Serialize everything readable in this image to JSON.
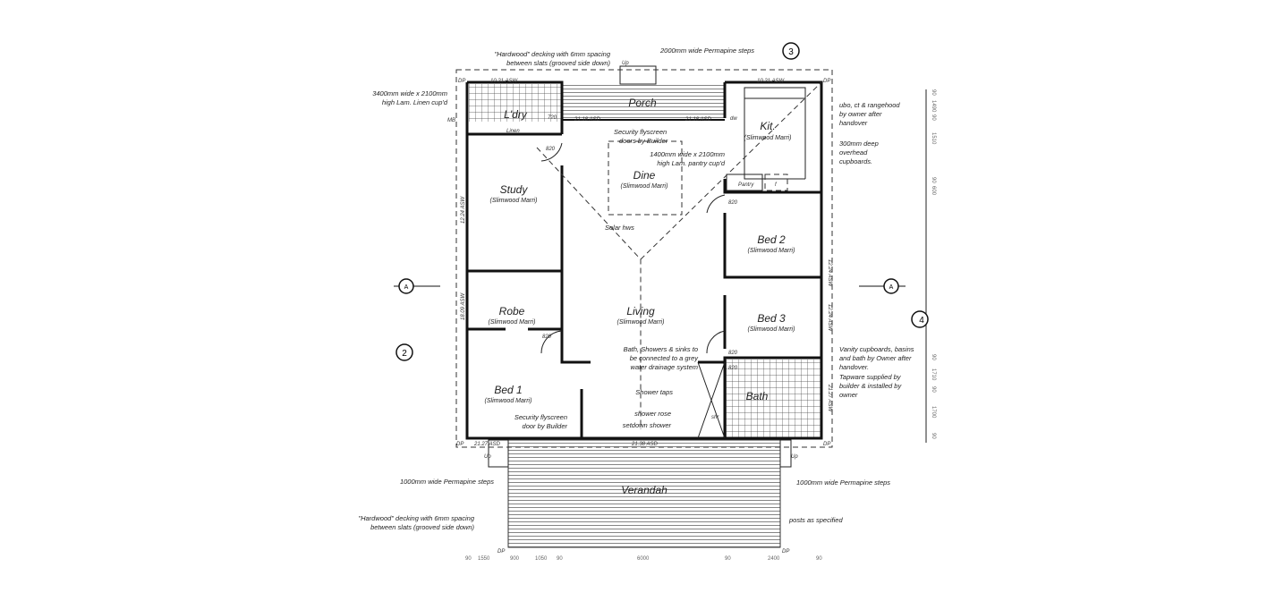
{
  "rooms": {
    "porch": "Porch",
    "laundry": "L'dry",
    "kitchen": {
      "name": "Kit.",
      "floor": "(Slimwood Marri)"
    },
    "dine": {
      "name": "Dine",
      "floor": "(Slimwood Marri)"
    },
    "study": {
      "name": "Study",
      "floor": "(Slimwood Marri)"
    },
    "robe": {
      "name": "Robe",
      "floor": "(Slimwood Marri)"
    },
    "living": {
      "name": "Living",
      "floor": "(Slimwood Marri)"
    },
    "bed1": {
      "name": "Bed 1",
      "floor": "(Slimwood Marri)"
    },
    "bed2": {
      "name": "Bed 2",
      "floor": "(Slimwood Marri)"
    },
    "bed3": {
      "name": "Bed 3",
      "floor": "(Slimwood Marri)"
    },
    "bath": "Bath",
    "verandah": "Verandah"
  },
  "notes": {
    "porch_decking": [
      "\"Hardwood\" decking with 6mm spacing",
      "between slats (grooved side down)"
    ],
    "porch_steps": "2000mm wide Permapine steps",
    "linen": [
      "3400mm wide x 2100mm",
      "high Lam. Linen cup'd"
    ],
    "flyscreen_doors": [
      "Security flyscreen",
      "doors by Builder"
    ],
    "pantry": [
      "1400mm wide x 2100mm",
      "high Lam. pantry cup'd"
    ],
    "kitchen_appliances": [
      "ubo, ct & rangehood",
      "by owner after",
      "handover"
    ],
    "cupboards": [
      "300mm deep",
      "overhead",
      "cupboards."
    ],
    "solar": "Solar hws",
    "grey_water": [
      "Bath, Showers & sinks to",
      "be connected to a grey",
      "water drainage system"
    ],
    "shower_taps": "Shower taps",
    "shower_rose": "shower rose",
    "setdown_shower": "setdown shower",
    "flyscreen_door": [
      "Security flyscreen",
      "door by Builder"
    ],
    "vanity": [
      "Vanity cupboards, basins",
      "and bath by Owner after",
      "handover.",
      "Tapware supplied by",
      "builder & installed by",
      "owner"
    ],
    "verandah_steps_left": "1000mm wide Permapine steps",
    "verandah_steps_right": "1000mm wide Permapine steps",
    "verandah_decking": [
      "\"Hardwood\" decking with 6mm spacing",
      "between slats (grooved side down)"
    ],
    "posts": "posts as specified"
  },
  "labels": {
    "up": "Up",
    "dp": "DP",
    "mb": "MB",
    "linen": "Linen",
    "dw": "dw",
    "pantry": "Pantry",
    "fridge": "f",
    "door": "820",
    "door_720": "720",
    "shr": "shr",
    "asw_top_left": "10.21 ASW",
    "asw_top_right": "10.21 ASW",
    "asd_porch_left": "21.18 ASD",
    "asd_porch_right": "21.18 ASD",
    "asw_study": "12.24 ASW",
    "asw_robe": "18.09 ASW",
    "asw_bed2": "12.24 ASW",
    "asw_bed3": "12.24 ASW",
    "asw_bath": "21.27 ASW",
    "asd_bottom_left": "21.27 ASD",
    "asd_bottom_mid": "21.38 ASD"
  },
  "markers": {
    "section_top": "3",
    "section_left": "2",
    "section_right": "4",
    "elev_left": "A",
    "elev_right": "A"
  },
  "dimensions": {
    "right": [
      "90",
      "1490",
      "90",
      "1510",
      "90",
      "600",
      "90",
      "1710",
      "90",
      "1700",
      "90"
    ],
    "bottom": [
      "90",
      "1550",
      "900",
      "1050",
      "90",
      "6000",
      "90",
      "2400",
      "90"
    ]
  }
}
